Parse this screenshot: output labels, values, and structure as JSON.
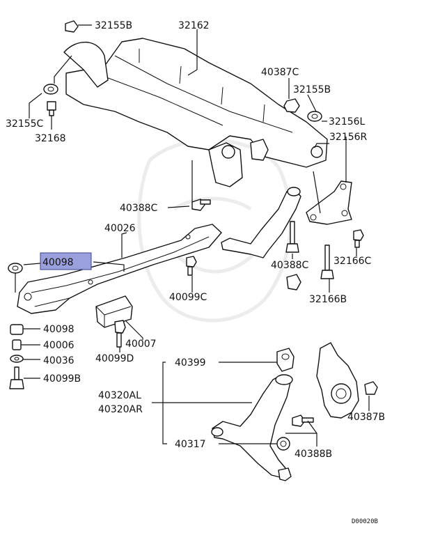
{
  "labels": {
    "p32155B": "32155B",
    "p32162": "32162",
    "p40387C": "40387C",
    "p32155B_r": "32155B",
    "p32155C": "32155C",
    "p32168": "32168",
    "p32156L": "32156L",
    "p32156R": "32156R",
    "p40388C_top": "40388C",
    "p40026": "40026",
    "p40098_hl": "40098",
    "p40388C_mid": "40388C",
    "p32166C": "32166C",
    "p40099C": "40099C",
    "p32166B": "32166B",
    "p40098": "40098",
    "p40007": "40007",
    "p40006": "40006",
    "p40099D": "40099D",
    "p40036": "40036",
    "p40399": "40399",
    "p40099B": "40099B",
    "p40320AL": "40320AL",
    "p40320AR": "40320AR",
    "p40387B": "40387B",
    "p40317": "40317",
    "p40388B": "40388B"
  },
  "diagram_code": "D00020B",
  "colors": {
    "highlight": "#9aa0dc",
    "ink": "#111111"
  }
}
